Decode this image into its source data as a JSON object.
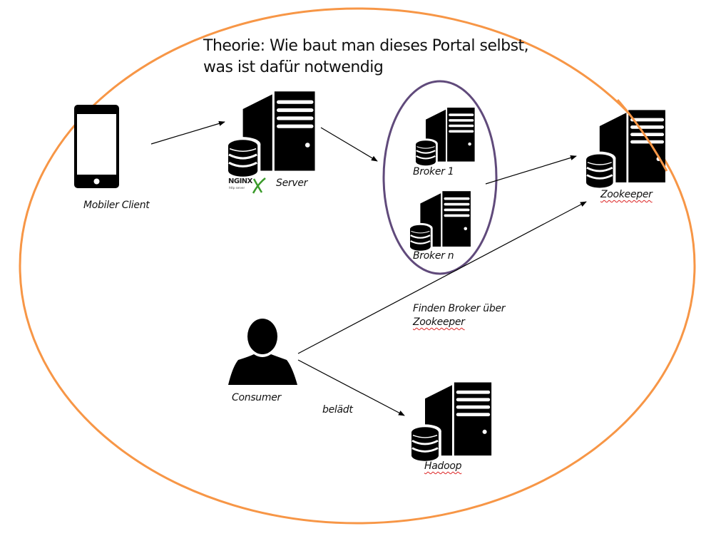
{
  "title": {
    "line1": "Theorie: Wie baut man dieses Portal selbst,",
    "line2": "was ist dafür notwendig"
  },
  "nodes": {
    "mobile_client": {
      "label": "Mobiler Client",
      "icon": "smartphone-icon"
    },
    "server": {
      "label": "Server",
      "icon": "server-database-icon",
      "logo_text": "NGINX",
      "logo_sub": "http server"
    },
    "broker1": {
      "label": "Broker 1",
      "icon": "server-database-icon"
    },
    "brokern": {
      "label": "Broker n",
      "icon": "server-database-icon"
    },
    "zookeeper": {
      "label": "Zookeeper",
      "icon": "server-database-icon"
    },
    "consumer": {
      "label": "Consumer",
      "icon": "user-icon"
    },
    "hadoop": {
      "label": "Hadoop",
      "icon": "server-database-icon"
    }
  },
  "edges": [
    {
      "from": "mobile_client",
      "to": "server",
      "label": ""
    },
    {
      "from": "server",
      "to": "broker_group",
      "label": ""
    },
    {
      "from": "broker_group",
      "to": "zookeeper",
      "label": ""
    },
    {
      "from": "consumer",
      "to": "zookeeper",
      "label": ""
    },
    {
      "from": "consumer",
      "to": "hadoop",
      "label": ""
    }
  ],
  "annotations": {
    "consumer_zookeeper_line1": "Finden Broker über",
    "consumer_zookeeper_line2": "Zookeeper",
    "consumer_hadoop": "belädt"
  },
  "colors": {
    "outer_ellipse": "#f79646",
    "broker_group": "#604a7b",
    "icon": "#000000",
    "nginx_x": "#3a9a2a"
  }
}
